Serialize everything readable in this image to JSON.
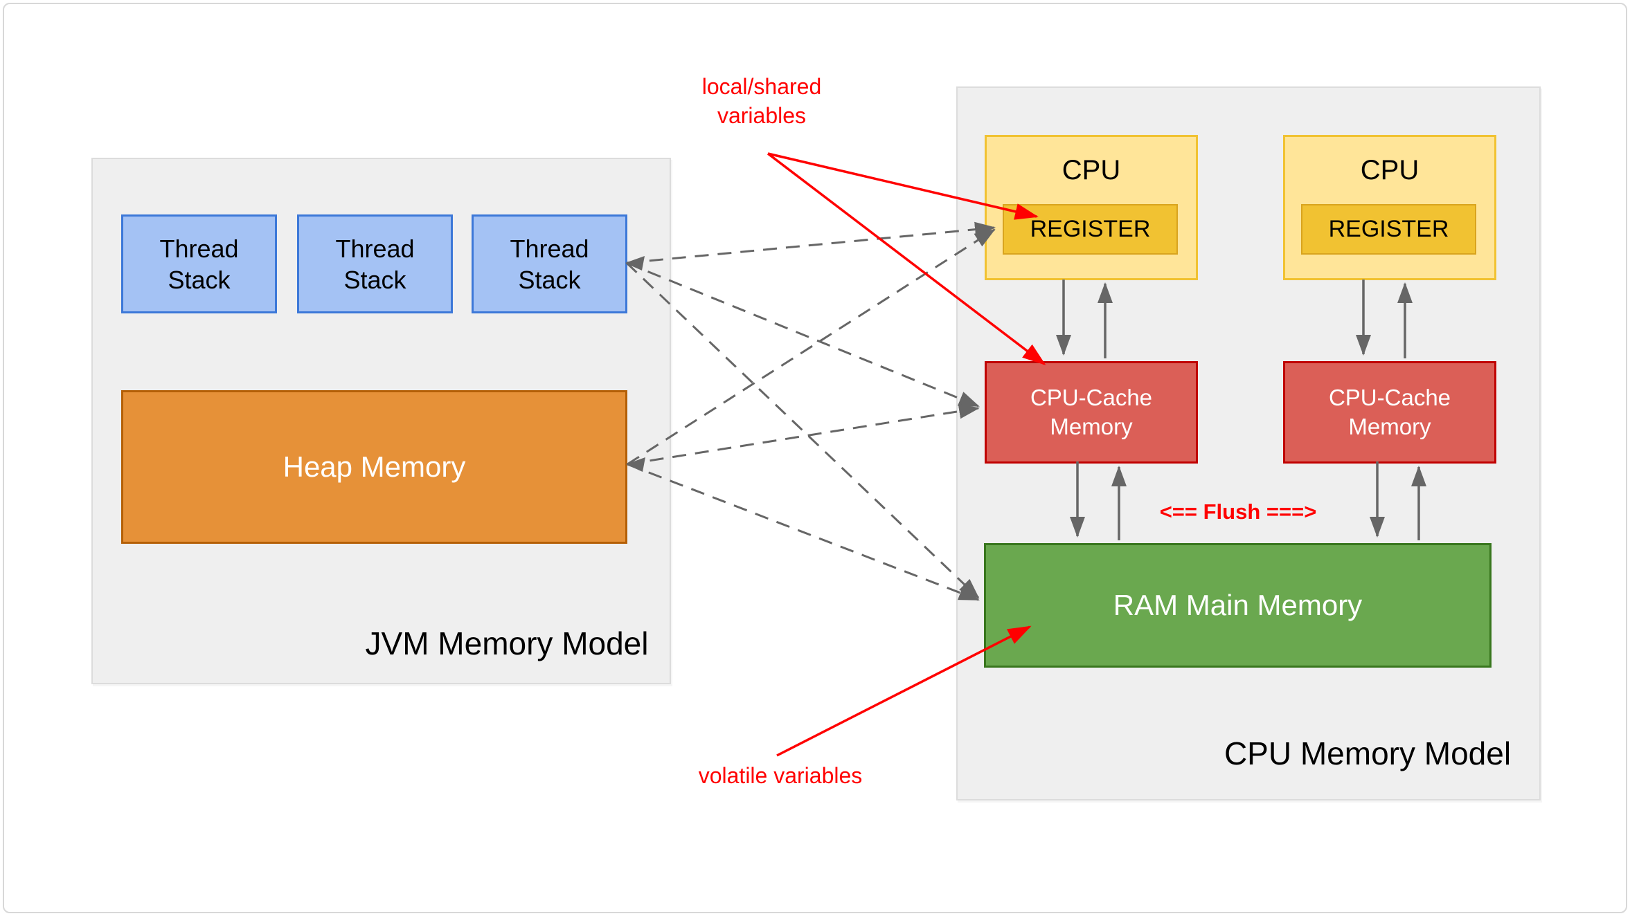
{
  "colors": {
    "frame-border": "#D8D8D8",
    "section-bg": "#EFEFEF",
    "section-border": "#DCDCDC",
    "thread-fill": "#A4C2F4",
    "thread-border": "#3C78D8",
    "heap-fill": "#E69138",
    "heap-border": "#B45F06",
    "cpu-fill": "#FFE599",
    "cpu-border": "#F1C232",
    "register-fill": "#F1C232",
    "register-border": "#D9A41E",
    "cache-fill": "#DB5F57",
    "cache-border": "#C00000",
    "ram-fill": "#6AA84F",
    "ram-border": "#38761D",
    "arrow-gray": "#666666",
    "annotation-red": "#FF0000",
    "text-dark": "#000000",
    "text-light": "#FFFFFF"
  },
  "jvm": {
    "title": "JVM Memory Model",
    "thread_stacks": [
      {
        "label": "Thread Stack"
      },
      {
        "label": "Thread Stack"
      },
      {
        "label": "Thread Stack"
      }
    ],
    "heap_label": "Heap Memory"
  },
  "cpu": {
    "title": "CPU Memory Model",
    "flush_label": "<== Flush ===>",
    "ram_label": "RAM Main Memory",
    "units": [
      {
        "cpu_label": "CPU",
        "register_label": "REGISTER",
        "cache_label": "CPU-Cache Memory"
      },
      {
        "cpu_label": "CPU",
        "register_label": "REGISTER",
        "cache_label": "CPU-Cache Memory"
      }
    ]
  },
  "annotations": {
    "local_shared_line1": "local/shared",
    "local_shared_line2": "variables",
    "volatile_label": "volatile variables"
  }
}
